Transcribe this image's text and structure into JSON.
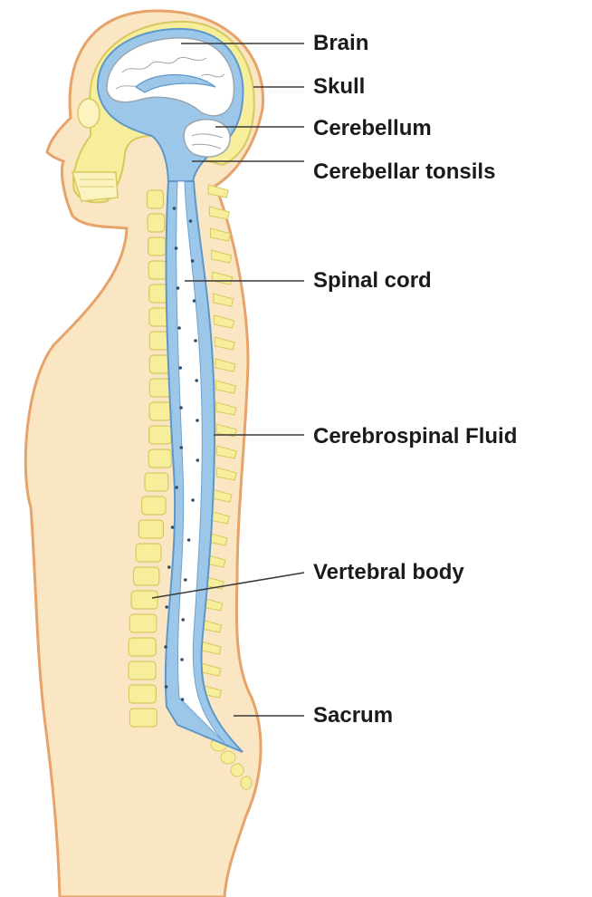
{
  "labels": {
    "brain": "Brain",
    "skull": "Skull",
    "cerebellum": "Cerebellum",
    "cerebellar_tonsils": "Cerebellar tonsils",
    "spinal_cord": "Spinal cord",
    "csf": "Cerebrospinal Fluid",
    "vertebral_body": "Vertebral body",
    "sacrum": "Sacrum"
  },
  "colors": {
    "skin": "#fbe6c4",
    "skin_outline": "#e6a36a",
    "bone": "#f6ee9a",
    "bone_outline": "#d8c860",
    "csf": "#9cc7e8",
    "csf_outline": "#5f97c9",
    "cord": "#ffffff",
    "brain": "#ffffff",
    "label_text": "#1a1a1a"
  }
}
